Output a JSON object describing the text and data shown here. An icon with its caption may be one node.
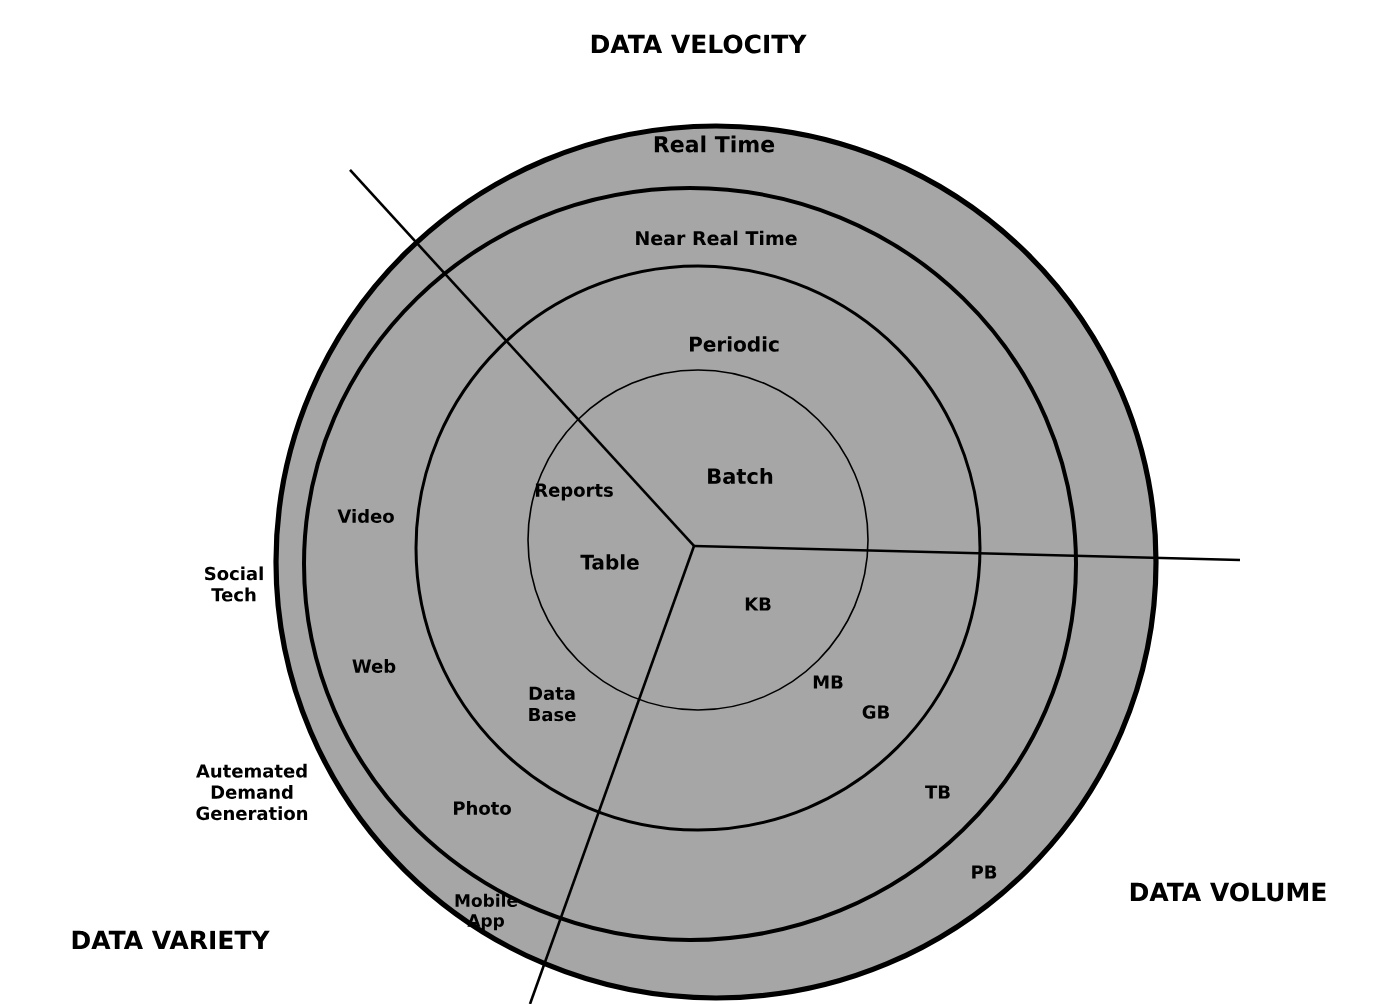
{
  "diagram": {
    "nodes": [
      {
        "text": [
          "Real Time",
          "Social Tech",
          "Autemated Demand Generation",
          "Mobile App",
          "PB"
        ]
      },
      {
        "text": [
          "Near Real Time",
          "Video",
          "Web",
          "Photo",
          "TB"
        ],
        "in": 0
      },
      {
        "text": [
          "Periodic",
          "Data Base",
          "GB"
        ],
        "in": 1
      },
      {
        "text": [
          "Batch",
          "Reports",
          "Table",
          "KB",
          "MB"
        ],
        "in": 2
      }
    ],
    "edges": [],
    "labels": [
      "DATA VELOCITY",
      "DATA VOLUME",
      "DATA VARIETY"
    ]
  }
}
